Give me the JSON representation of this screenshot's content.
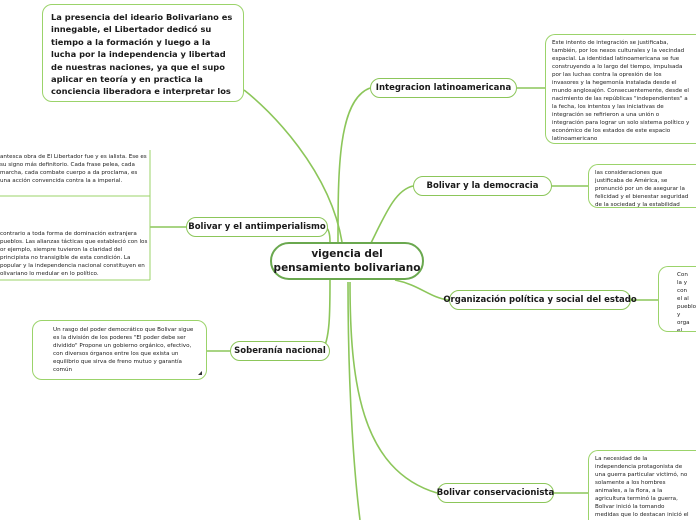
{
  "central": {
    "title": "vigencia del pensamiento bolivariano"
  },
  "topics": {
    "integracion": "Integracion latinoamericana",
    "democracia": "Bolivar y la democracia",
    "antiimperialismo": "Bolivar y el antiimperialismo",
    "organizacion": "Organización política y social del estado",
    "soberania": "Soberanía nacional",
    "conservacionista": "Bolivar conservacionista"
  },
  "notes": {
    "ideario": "La presencia del ideario Bolivariano es innegable, el Libertador dedicó su tiempo a la formación y luego a la lucha por la independencia y libertad de nuestras naciones, ya que el supo aplicar en teoría y en practica la conciencia liberadora e interpretar los sueños liberadores de nuestros pueblos",
    "integracion": "Este intento de integración se justificaba, también, por los nexos culturales y la vecindad espacial. La identidad latinoamericana se fue construyendo a lo largo del tiempo, impulsada por las luchas contra la opresión de los invasores y la hegemonía instalada desde el mundo anglosajón. Consecuentemente, desde el nacimiento de las repúblicas \"independientes\" a la fecha, los intentos y las iniciativas de integración se refirieron a una unión o integración para lograr un solo sistema político y económico de los estados de este espacio latinoamericano",
    "democracia": "las consideraciones que justificaba de América, se pronunció por un de asegurar la felicidad y el bienestar seguridad de la sociedad y la estabilidad",
    "antiimperialismo_1": "antesca obra de El Libertador fue y es ialista. Ese es su signo más definitorio. Cada frase pelea, cada marcha, cada combate cuerpo a da proclama, es una acción convencida contra la a imperial.",
    "antiimperialismo_2": "contrario a toda forma de dominación extranjera pueblos. Las alianzas tácticas que estableció con los or ejemplo, siempre tuvieron la claridad del principista no transigible de esta condición. La popular y la independencia nacional constituyen en olivariano lo medular en lo político.",
    "organizacion": "Con la y con el al pueblo y orga el obje brinda consa",
    "soberania": "Un rasgo del poder democrático que Bolivar sigue es la división de los poderes \"El poder debe ser dividido\" Propone un gobierno orgánico, efectivo, con diversos órganos entre los que exista un equilibrio que sirva de freno mutuo y garantía común",
    "conservacionista": "La necesidad de la independencia protagonista de una guerra particular victimó, no solamente a los hombres animales, a la flora, a la agricultura terminó la guerra, Bolivar inició la tomando medidas que lo destacan inició el movimiento conservacionista a una mejor coordinación y planificación"
  },
  "colors": {
    "branch": "#8cc65a",
    "central_border": "#6aa84f",
    "text": "#1a1a1a"
  }
}
